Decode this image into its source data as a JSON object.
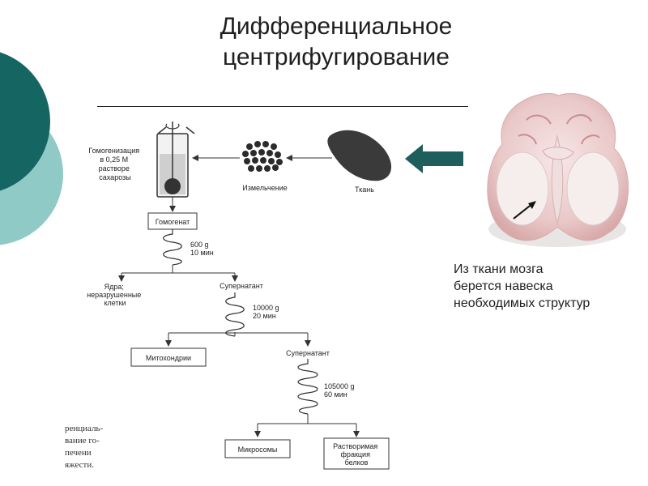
{
  "title": {
    "line1": "Дифференциальное",
    "line2": "центрифугирование"
  },
  "caption": {
    "line1": "Из ткани мозга",
    "line2": "берется навеска",
    "line3": "необходимых структур"
  },
  "diagram": {
    "homogenization_label": [
      "Гомогенизация",
      "в 0,25 М",
      "растворе",
      "сахарозы"
    ],
    "mincing_label": "Измельчение",
    "tissue_label": "Ткань",
    "homogenate_label": "Гомогенат",
    "spin1": [
      "600 g",
      "10 мин"
    ],
    "nuclei_label": [
      "Ядра;",
      "неразрушенные",
      "клетки"
    ],
    "supernatant1_label": "Супернатант",
    "spin2": [
      "10000 g",
      "20 мин"
    ],
    "mitochondria_label": "Митохондрии",
    "supernatant2_label": "Супернатант",
    "spin3": [
      "105000 g",
      "60 мин"
    ],
    "microsomes_label": "Микросомы",
    "soluble_label": [
      "Растворимая",
      "фракция",
      "белков"
    ]
  },
  "scan_fragment": [
    "ренциаль-",
    "вание го-",
    "печени",
    "",
    "яжести."
  ],
  "colors": {
    "accent_teal": "#1a6b68",
    "light_teal": "#7fc4c1",
    "arrow": "#1e5e5c"
  }
}
